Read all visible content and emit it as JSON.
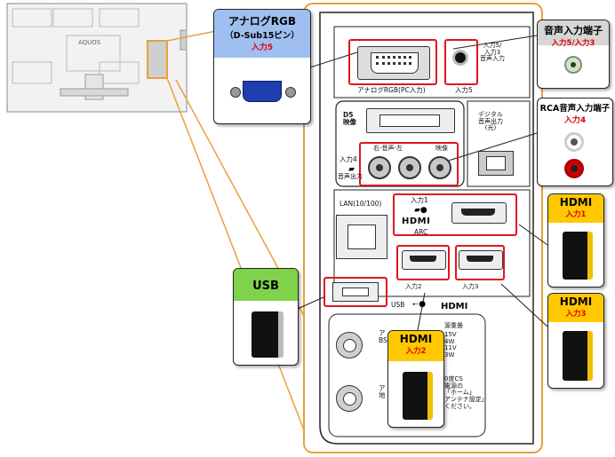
{
  "tv": {
    "brand": "AQUOS"
  },
  "callouts": {
    "analog_rgb": {
      "title": "アナログRGB",
      "subtitle": "（D-Sub15ピン）",
      "input": "入力5",
      "bg_color": "#9fbff0"
    },
    "audio_in": {
      "title": "音声入力端子",
      "input": "入力5/入力3",
      "bg_color": "#d6d6d6"
    },
    "rca_audio": {
      "title": "RCA音声入力端子",
      "input": "入力4",
      "bg_color": "#ffffff"
    },
    "hdmi1": {
      "title": "HDMI",
      "input": "入力1",
      "bg_color": "#ffc800"
    },
    "hdmi3": {
      "title": "HDMI",
      "input": "入力3",
      "bg_color": "#ffc800"
    },
    "hdmi2": {
      "title": "HDMI",
      "input": "入力2",
      "bg_color": "#ffc800"
    },
    "usb": {
      "title": "USB",
      "bg_color": "#7fd24a"
    }
  },
  "panel": {
    "analog_rgb_label": "アナログRGB(PC入力)",
    "input5_label": "入力5",
    "audio_in_label": "入力5/\n入力3\n音声入力",
    "d5_label": "D5\n映像",
    "digital_out_label": "デジタル\n音声出力\n(光)",
    "audio_lr_label": "右-音声-左",
    "video_label": "映像",
    "input4_label": "入力4",
    "audio_out_label": "音声出力",
    "input1_label": "入力1",
    "arc_label": "ARC",
    "lan_label": "LAN(10/100)",
    "input2_label": "入力2",
    "input3_label": "入力3",
    "usb_label": "USB",
    "hdmi_logo": "HDMI",
    "ant_partial_1": "ア\nBS",
    "ant_partial_2": "ア\n地",
    "spec_text": "15V\n4W\n11V\n3W",
    "note_text": "0度CS\n電源の\n「ホーム」\nアンテナ設定」\nください。",
    "voltage_header": "源重畳"
  },
  "colors": {
    "connector_line": "#e8a03c",
    "highlight": "#e0141e",
    "hdmi_gold": "#ffc800"
  }
}
